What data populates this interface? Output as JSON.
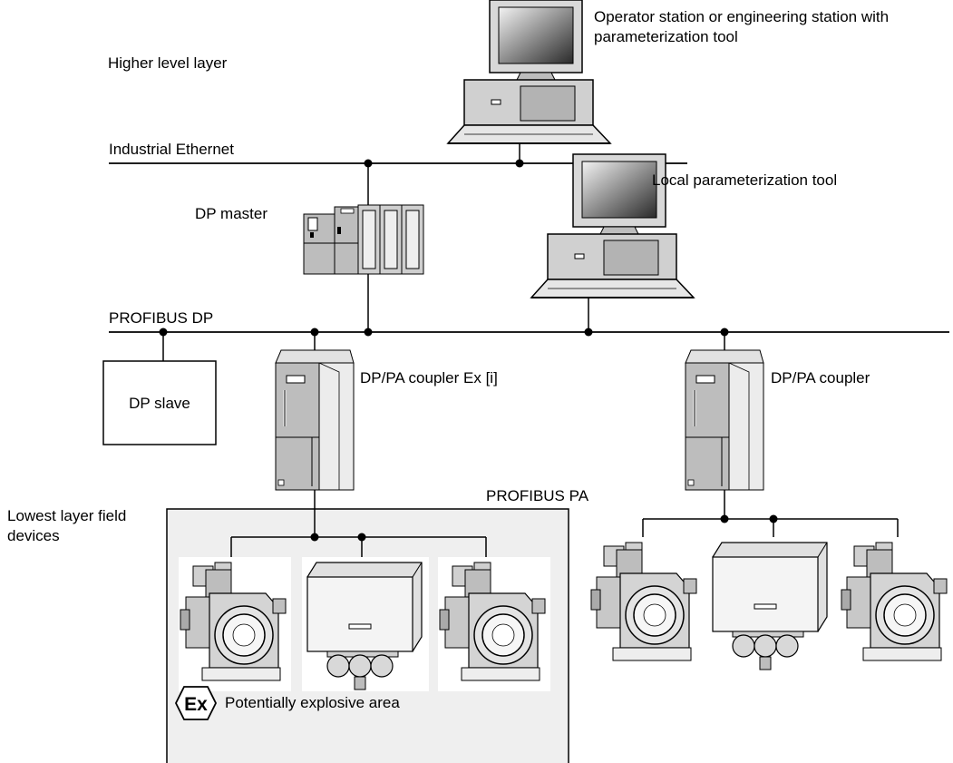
{
  "labels": {
    "operator_station": "Operator station or engineering station with parameterization tool",
    "higher_level_layer": "Higher level layer",
    "industrial_ethernet": "Industrial Ethernet",
    "local_tool": "Local parameterization tool",
    "dp_master": "DP master",
    "profibus_dp": "PROFIBUS DP",
    "dp_slave": "DP slave",
    "coupler_ex": "DP/PA coupler Ex [i]",
    "coupler": "DP/PA coupler",
    "profibus_pa": "PROFIBUS PA",
    "lowest_layer": "Lowest layer field devices",
    "explosive_area": "Potentially explosive area",
    "ex_symbol": "Ex"
  },
  "icons": [
    "computer-icon",
    "plc-rack-icon",
    "coupler-icon",
    "pressure-transmitter-icon",
    "positioner-icon",
    "ex-hazard-icon"
  ],
  "colors": {
    "line": "#000000",
    "hazard_area": "#efefef",
    "device_bg": "#ffffff",
    "device_fill": "#bdbdbd"
  }
}
